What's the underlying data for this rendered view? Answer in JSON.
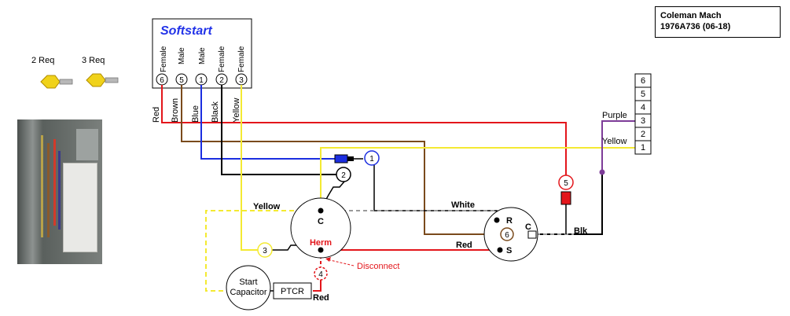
{
  "title_block": {
    "line1": "Coleman Mach",
    "line2": "1976A736 (06-18)"
  },
  "connectors": {
    "two_label": "2 Req",
    "three_label": "3 Req"
  },
  "softstart": {
    "title": "Softstart",
    "pins": [
      {
        "gender": "Female",
        "number": "6",
        "wire": "Red"
      },
      {
        "gender": "Male",
        "number": "5",
        "wire": "Brown"
      },
      {
        "gender": "Male",
        "number": "1",
        "wire": "Blue"
      },
      {
        "gender": "Female",
        "number": "2",
        "wire": "Black"
      },
      {
        "gender": "Female",
        "number": "3",
        "wire": "Yellow"
      }
    ]
  },
  "terminal_strip": {
    "terminals": [
      "6",
      "5",
      "4",
      "3",
      "2",
      "1"
    ],
    "wire_labels": {
      "purple": "Purple",
      "yellow": "Yellow"
    }
  },
  "compressor": {
    "c": "C",
    "herm": "Herm"
  },
  "fan_capacitor": {
    "r": "R",
    "c": "C",
    "s": "S"
  },
  "markers": {
    "m1": "1",
    "m2": "2",
    "m3": "3",
    "m4": "4",
    "m5": "5",
    "m6": "6"
  },
  "labels": {
    "yellow": "Yellow",
    "white": "White",
    "red": "Red",
    "blk": "Blk",
    "disconnect": "Disconnect",
    "start_cap_line1": "Start",
    "start_cap_line2": "Capacitor",
    "ptcr": "PTCR",
    "red_bottom": "Red"
  },
  "colors": {
    "red": "#e3161b",
    "brown": "#7a4a1c",
    "blue": "#1b2ee0",
    "black": "#000000",
    "yellow": "#f4ea32",
    "purple": "#7d3c98",
    "gray": "#9a9a9a",
    "title_blue": "#2233e8"
  }
}
